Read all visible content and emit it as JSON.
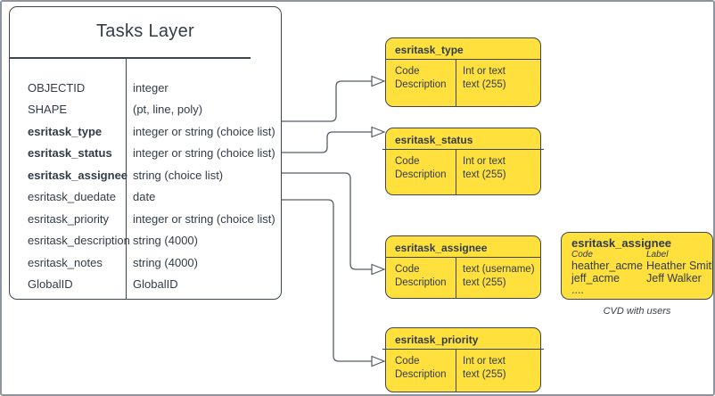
{
  "colors": {
    "yellow": "#ffe03d",
    "stroke": "#3e464e",
    "ink": "#313c48",
    "connector": "#555e66",
    "frame": "#8f959c"
  },
  "tasks_layer": {
    "title": "Tasks Layer",
    "fields": [
      {
        "name": "OBJECTID",
        "type": "integer"
      },
      {
        "name": "SHAPE",
        "type": "(pt, line, poly)"
      },
      {
        "name": "esritask_type",
        "type": "integer or string (choice list)"
      },
      {
        "name": "esritask_status",
        "type": "integer or string (choice list)"
      },
      {
        "name": "esritask_assignee",
        "type": "string (choice list)"
      },
      {
        "name": "esritask_duedate",
        "type": "date"
      },
      {
        "name": "esritask_priority",
        "type": "integer or string (choice list)"
      },
      {
        "name": "esritask_description",
        "type": "string (4000)"
      },
      {
        "name": "esritask_notes",
        "type": "string (4000)"
      },
      {
        "name": "GlobalID",
        "type": "GlobalID"
      }
    ]
  },
  "domains": [
    {
      "title": "esritask_type",
      "col1": [
        "Code",
        "Description"
      ],
      "col2": [
        "Int or text",
        "text (255)"
      ]
    },
    {
      "title": "esritask_status",
      "col1": [
        "Code",
        "Description"
      ],
      "col2": [
        "Int or text",
        "text (255)"
      ]
    },
    {
      "title": "esritask_assignee",
      "col1": [
        "Code",
        "Description"
      ],
      "col2": [
        "text  (username)",
        "text (255)"
      ]
    },
    {
      "title": "esritask_priority",
      "col1": [
        "Code",
        "Description"
      ],
      "col2": [
        "Int or text",
        "text (255)"
      ]
    }
  ],
  "cvd": {
    "title": "esritask_assignee",
    "col_headers": [
      "Code",
      "Label"
    ],
    "rows": [
      {
        "code": "heather_acme",
        "label": "Heather Smith"
      },
      {
        "code": "jeff_acme",
        "label": "Jeff Walker"
      },
      {
        "code": "....",
        "label": ""
      }
    ],
    "caption": "CVD with users"
  }
}
